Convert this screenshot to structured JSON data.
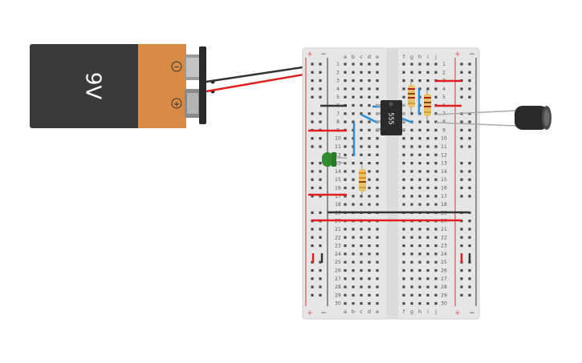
{
  "battery": {
    "label": "9V",
    "minus_symbol": "−",
    "plus_symbol": "+"
  },
  "chip": {
    "label": "555"
  },
  "breadboard": {
    "rows": 30,
    "columns_left": [
      "a",
      "b",
      "c",
      "d",
      "e"
    ],
    "columns_right": [
      "f",
      "g",
      "h",
      "i",
      "j"
    ],
    "rail_minus": "−",
    "rail_plus": "+"
  },
  "colors": {
    "battery_body": "#3a3a3a",
    "battery_cap": "#d98a45",
    "wire_black": "#333333",
    "wire_red": "#e02020",
    "wire_blue": "#2a8fd8",
    "led_green": "#2e8b2e",
    "capacitor": "#2a2a2a",
    "rail_red": "#e05050",
    "board": "#e6e6e6"
  }
}
